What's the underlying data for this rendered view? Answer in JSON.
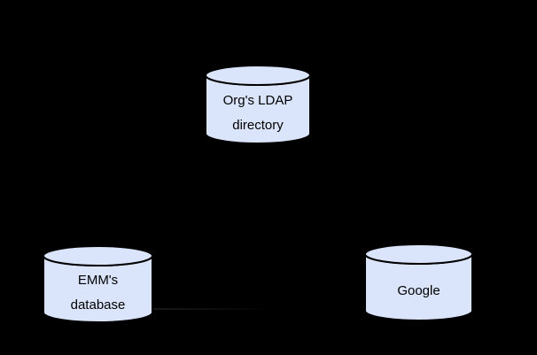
{
  "diagram": {
    "background_color": "#000000",
    "node_fill_color": "#dae5fb",
    "node_stroke_color": "#000000",
    "label_color": "#000000",
    "nodes": {
      "ldap": {
        "shape": "database-cylinder-icon",
        "line1": "Org's LDAP",
        "line2": "directory"
      },
      "emm": {
        "shape": "database-cylinder-icon",
        "line1": "EMM's",
        "line2": "database"
      },
      "google": {
        "shape": "database-cylinder-icon",
        "line1": "Google"
      }
    },
    "connectors": {
      "emm_right_faint_line": {
        "color": "#181818"
      }
    }
  }
}
